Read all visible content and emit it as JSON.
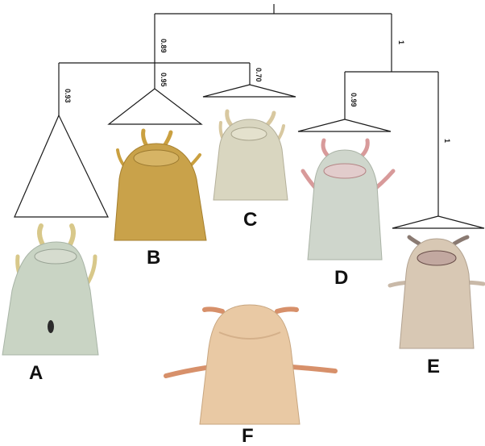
{
  "support_values": {
    "root_left": "0.89",
    "root_right": "1",
    "node_A": "0.93",
    "node_B": "0.95",
    "node_C": "0.70",
    "node_D": "0.99",
    "node_E": "1"
  },
  "panel_labels": {
    "A": "A",
    "B": "B",
    "C": "C",
    "D": "D",
    "E": "E",
    "F": "F"
  },
  "colors": {
    "tree": "#1a1a1a",
    "specimen_A": "#c9d4c4",
    "specimen_B": "#c9a24a",
    "specimen_C": "#d9d6c0",
    "specimen_D": "#cfd6cc",
    "specimen_E": "#d8c8b4",
    "specimen_F": "#e9c9a4",
    "barbel_A": "#d8c88a",
    "barbel_B": "#caa040",
    "barbel_C": "#d8c8a0",
    "barbel_D": "#d89a9a",
    "barbel_E": "#8a7a72",
    "barbel_F": "#d7906a"
  }
}
